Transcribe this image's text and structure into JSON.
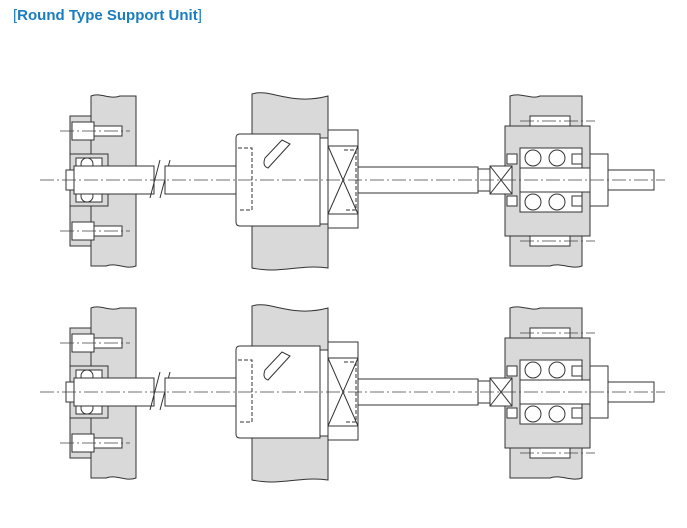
{
  "title": {
    "open_bracket": "[",
    "text": "Round Type Support Unit",
    "close_bracket": "]",
    "color": "#1a7dbf"
  },
  "diagrams": [
    {
      "name": "upper-assembly",
      "description": "Ball screw with fixed-side double bearing support unit (bolted from inside)"
    },
    {
      "name": "lower-assembly",
      "description": "Ball screw with fixed-side double bearing support unit (bolted from outside)"
    }
  ],
  "colors": {
    "fill": "#d9d9d9",
    "line": "#333333"
  }
}
